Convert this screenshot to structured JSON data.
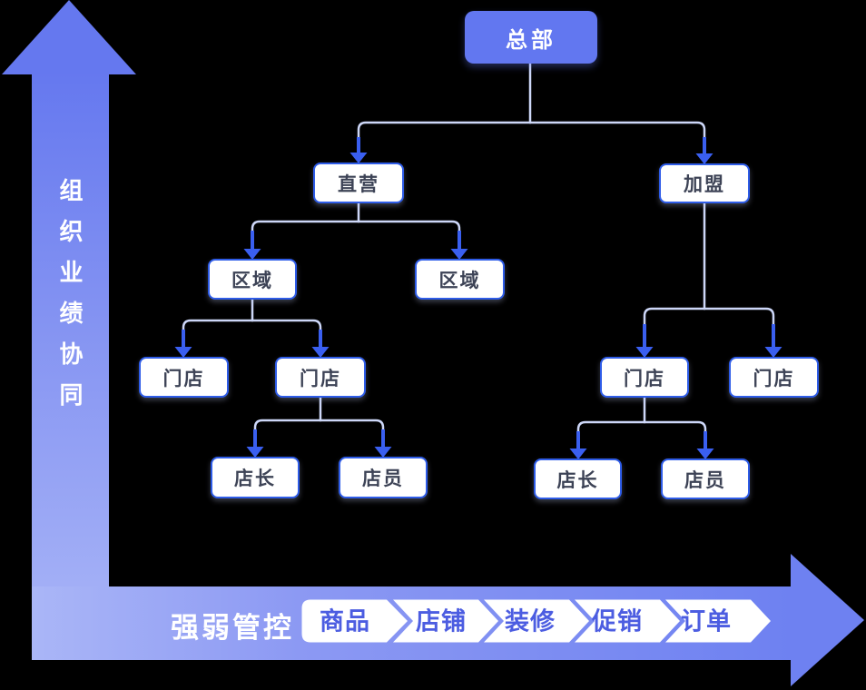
{
  "axes": {
    "vertical_arrow_label": "组织业绩协同",
    "horizontal_arrow_label": "强弱管控"
  },
  "steps": [
    "商品",
    "店铺",
    "装修",
    "促销",
    "订单"
  ],
  "org": {
    "hq": "总部",
    "direct": "直营",
    "franchise": "加盟",
    "region_1": "区域",
    "region_2": "区域",
    "store_1": "门店",
    "store_2": "门店",
    "store_3": "门店",
    "store_4": "门店",
    "manager_1": "店长",
    "clerk_1": "店员",
    "manager_2": "店长",
    "clerk_2": "店员"
  },
  "colors": {
    "arrow_primary": "#6578ef",
    "arrow_light": "#aab6f7",
    "arrow_right_end": "#6e81f1",
    "node_border": "#2e5ce8",
    "node_fill": "#ffffff",
    "node_text": "#3d4356",
    "root_fill": "#6277f0",
    "root_text": "#ffffff",
    "connector_line": "#cdd7f8",
    "connector_accent": "#3a5ff0",
    "step_text": "#4c5de1",
    "background": "#000000"
  }
}
